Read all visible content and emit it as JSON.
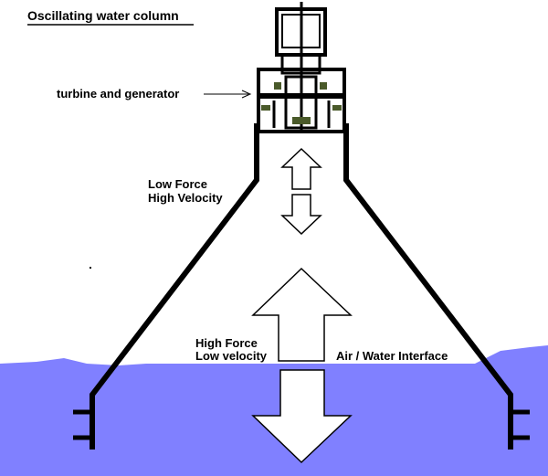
{
  "title": "Oscillating water column",
  "labels": {
    "turbine": "turbine and generator",
    "low_force": "Low Force",
    "high_velocity": "High Velocity",
    "high_force": "High Force",
    "low_velocity": "Low velocity",
    "interface": "Air / Water Interface"
  },
  "colors": {
    "water": "#8080ff",
    "structure": "#000000",
    "background": "#ffffff"
  }
}
